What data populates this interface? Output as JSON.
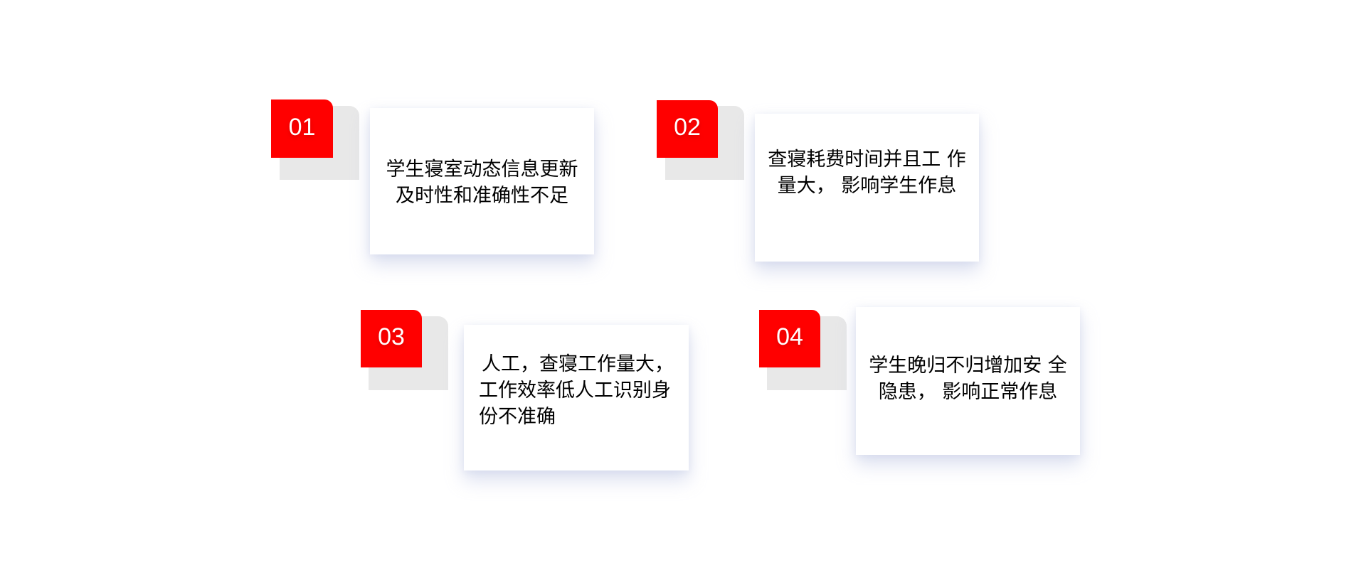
{
  "items": [
    {
      "number": "01",
      "text_lines": [
        "学生寝室动态信息更新",
        "及时性和准确性不足"
      ]
    },
    {
      "number": "02",
      "text_lines": [
        "查寝耗费时间并且工 作",
        "量大， 影响学生作息"
      ]
    },
    {
      "number": "03",
      "text_lines": [
        "人工，查寝工作量大，",
        "工作效率低人工识别身",
        "份不准确"
      ]
    },
    {
      "number": "04",
      "text_lines": [
        "学生晚归不归增加安 全",
        "隐患， 影响正常作息"
      ]
    }
  ],
  "colors": {
    "accent": "#ff0000",
    "gray_tab": "#e8e8e8",
    "card": "#ffffff",
    "text": "#000000"
  }
}
